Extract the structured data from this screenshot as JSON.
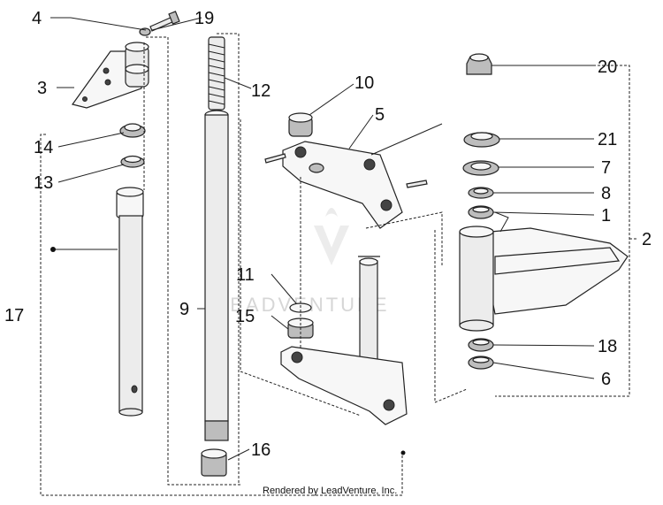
{
  "diagram": {
    "callouts": {
      "p1": "1",
      "p2": "2",
      "p3": "3",
      "p4": "4",
      "p5": "5",
      "p6": "6",
      "p7": "7",
      "p8": "8",
      "p9": "9",
      "p10": "10",
      "p11": "11",
      "p12": "12",
      "p13": "13",
      "p14": "14",
      "p15": "15",
      "p16": "16",
      "p17": "17",
      "p18": "18",
      "p19": "19",
      "p20": "20",
      "p21": "21"
    },
    "watermark": "LEADVENTURE",
    "credit": "Rendered by LeadVenture, Inc."
  }
}
